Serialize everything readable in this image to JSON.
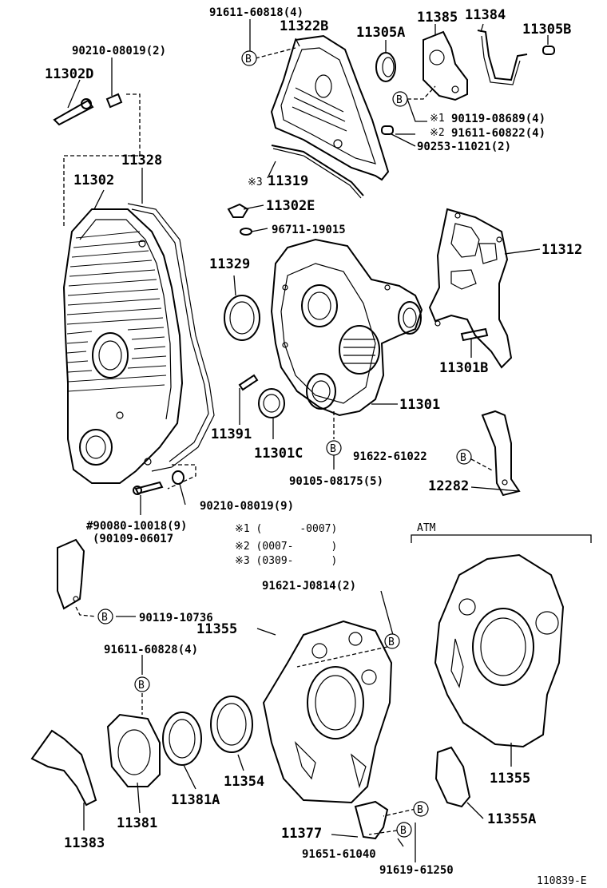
{
  "labels": {
    "p91611_60818": "91611-60818(4)",
    "p11322B": "11322B",
    "p11305A": "11305A",
    "p11385": "11385",
    "p11384": "11384",
    "p11305B": "11305B",
    "p90210_top": "90210-08019(2)",
    "p11302D": "11302D",
    "p90119_08689": "90119-08689(4)",
    "p91611_60822": "91611-60822(4)",
    "p90253_11021": "90253-11021(2)",
    "p11328": "11328",
    "p11302": "11302",
    "p11319": "11319",
    "p11302E": "11302E",
    "p96711_19015": "96711-19015",
    "p11312": "11312",
    "p11329": "11329",
    "p11301B": "11301B",
    "p11301": "11301",
    "p11391": "11391",
    "p11301C": "11301C",
    "p91622_61022": "91622-61022",
    "p90105_08175": "90105-08175(5)",
    "p12282": "12282",
    "p90210_mid": "90210-08019(9)",
    "p90080_10018": "#90080-10018(9)",
    "p90109_06017": "(90109-06017",
    "p90119_10736": "90119-10736",
    "p11355_left": "11355",
    "p91621_J0814": "91621-J0814(2)",
    "p91611_60828": "91611-60828(4)",
    "p11354": "11354",
    "p11381A": "11381A",
    "p11381": "11381",
    "p11383": "11383",
    "p11377": "11377",
    "p91651_61040": "91651-61040",
    "p91619_61250": "91619-61250",
    "p11355_right": "11355",
    "p11355A": "11355A",
    "atm": "ATM",
    "note1": "※1 (      -0007)",
    "note2": "※2 (0007-      )",
    "note3": "※3 (0309-      )",
    "mark1": "※1",
    "mark2": "※2",
    "mark3": "※3",
    "ref_b": "B",
    "footer_code": "110839-E"
  }
}
